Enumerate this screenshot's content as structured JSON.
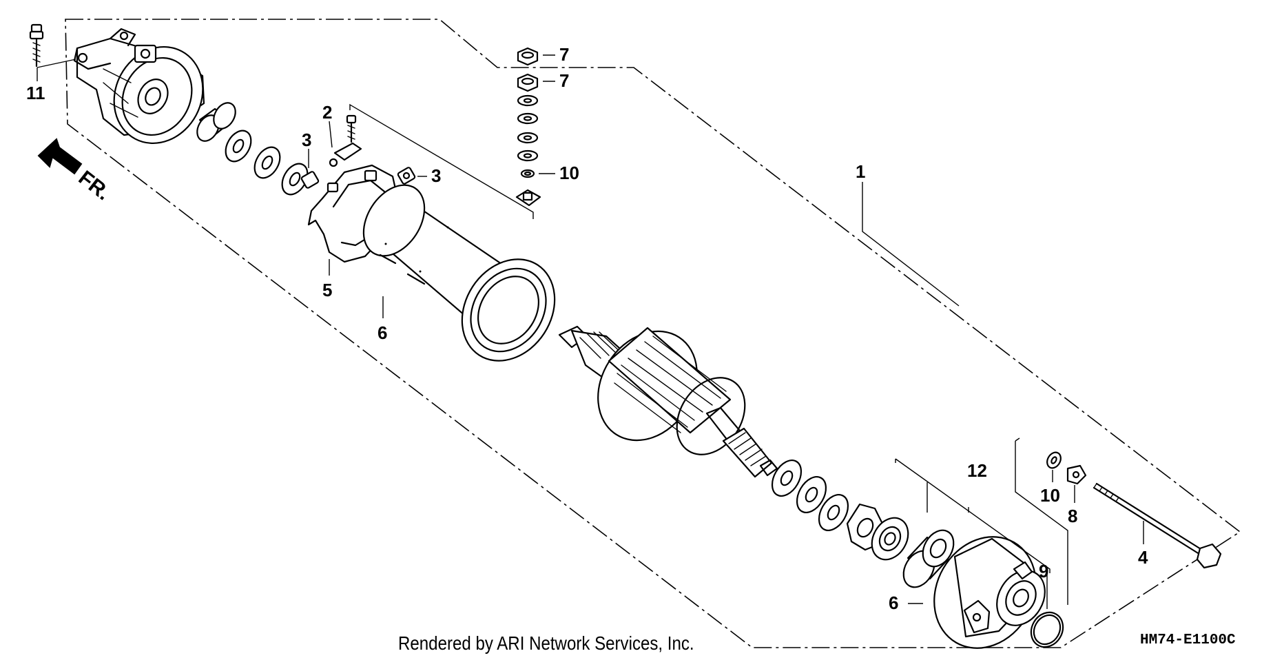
{
  "callouts": {
    "c1": "1",
    "c2": "2",
    "c3a": "3",
    "c3b": "3",
    "c4": "4",
    "c5": "5",
    "c6a": "6",
    "c6b": "6",
    "c7a": "7",
    "c7b": "7",
    "c8": "8",
    "c9": "9",
    "c10a": "10",
    "c10b": "10",
    "c11": "11",
    "c12": "12"
  },
  "front_arrow_label": "FR.",
  "credit": "Rendered by ARI Network Services, Inc.",
  "diagram_code": "HM74-E1100",
  "diagram_code_suffix": "C"
}
